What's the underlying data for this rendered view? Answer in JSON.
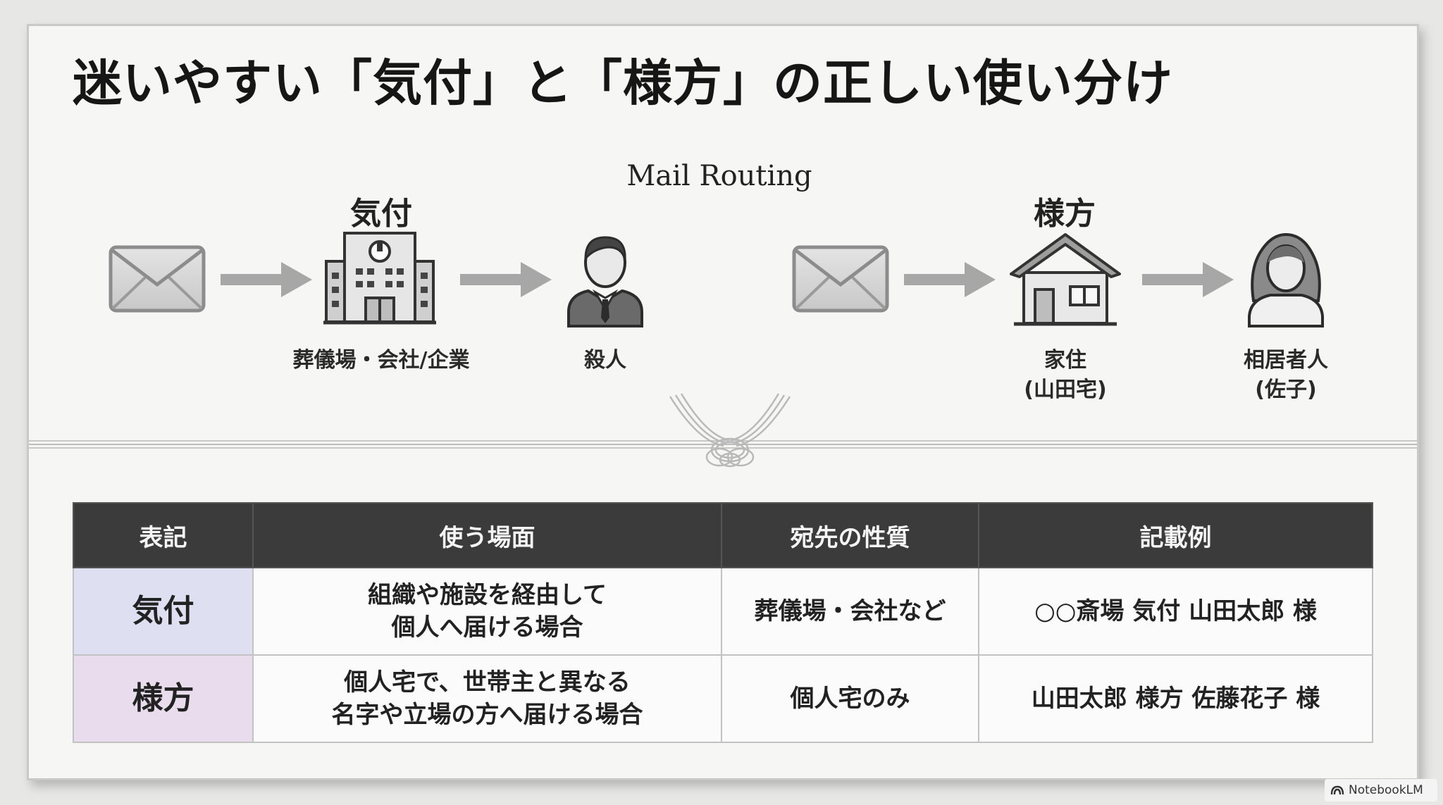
{
  "title": "迷いやすい「気付」と「様方」の正しい使い分け",
  "diagram": {
    "center_label": "Mail Routing",
    "kitsuke": {
      "heading": "気付",
      "via_label": "葬儀場・会社/企業",
      "recipient_label": "殺人"
    },
    "samakata": {
      "heading": "様方",
      "via_label_line1": "家住",
      "via_label_line2": "(山田宅)",
      "recipient_label_line1": "相居者人",
      "recipient_label_line2": "(佐子)"
    }
  },
  "table": {
    "headers": [
      "表記",
      "使う場面",
      "宛先の性質",
      "記載例"
    ],
    "rows": [
      {
        "notation": "気付",
        "scene_line1": "組織や施設を経由して",
        "scene_line2": "個人へ届ける場合",
        "nature": "葬儀場・会社など",
        "example": "○○斎場 気付 山田太郎 様"
      },
      {
        "notation": "様方",
        "scene_line1": "個人宅で、世帯主と異なる",
        "scene_line2": "名字や立場の方へ届ける場合",
        "nature": "個人宅のみ",
        "example": "山田太郎 様方 佐藤花子 様"
      }
    ]
  },
  "icons": [
    "envelope-icon",
    "arrow-right-icon",
    "office-building-icon",
    "businessman-icon",
    "house-icon",
    "woman-icon",
    "mizuhiki-knot-icon"
  ],
  "watermark": "NotebookLM"
}
